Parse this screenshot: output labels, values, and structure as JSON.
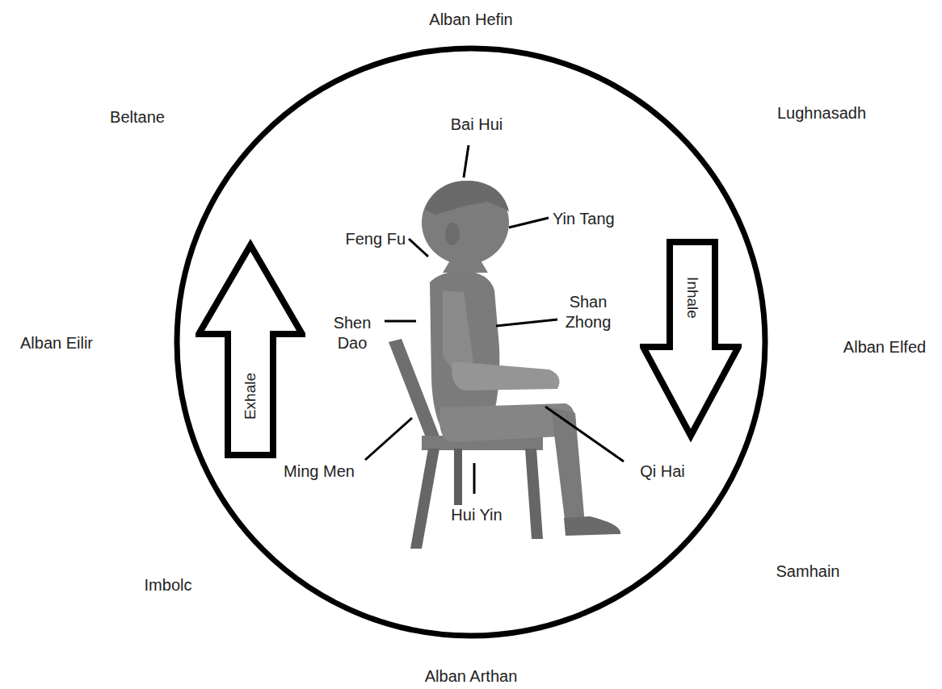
{
  "diagram": {
    "nodes": [
      {
        "text": [
          "Exhale"
        ]
      },
      {
        "text": [
          "Inhale"
        ]
      }
    ],
    "labels": [
      "Alban Hefin",
      "Beltane",
      "Lughnasadh",
      "Alban Eilir",
      "Alban Elfed",
      "Imbolc",
      "Samhain",
      "Alban Arthan",
      "Bai Hui",
      "Yin Tang",
      "Feng Fu",
      "Shen Dao",
      "Shan Zhong",
      "Ming Men",
      "Qi Hai",
      "Hui Yin"
    ]
  }
}
